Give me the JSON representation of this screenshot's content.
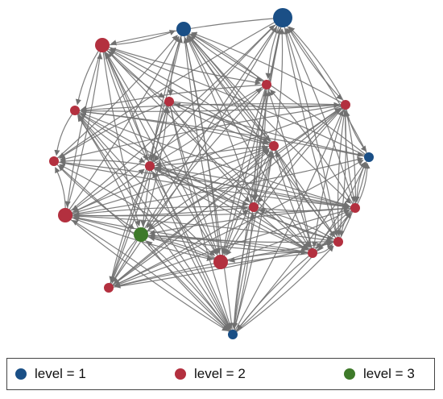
{
  "legend": {
    "items": [
      {
        "label": "level = 1",
        "color": "#1a4f86"
      },
      {
        "label": "level = 2",
        "color": "#b3303f"
      },
      {
        "label": "level = 3",
        "color": "#3e7a2a"
      }
    ]
  },
  "network": {
    "edge_color": "#707070",
    "nodes": [
      {
        "id": "n1",
        "level": 1,
        "size": "medium"
      },
      {
        "id": "n2",
        "level": 1,
        "size": "large"
      },
      {
        "id": "n3",
        "level": 2,
        "size": "medium"
      },
      {
        "id": "n4",
        "level": 2,
        "size": "small"
      },
      {
        "id": "n5",
        "level": 2,
        "size": "small"
      },
      {
        "id": "n6",
        "level": 2,
        "size": "small"
      },
      {
        "id": "n7",
        "level": 2,
        "size": "small"
      },
      {
        "id": "n8",
        "level": 2,
        "size": "small"
      },
      {
        "id": "n9",
        "level": 1,
        "size": "small"
      },
      {
        "id": "n10",
        "level": 2,
        "size": "small"
      },
      {
        "id": "n11",
        "level": 2,
        "size": "small"
      },
      {
        "id": "n12",
        "level": 2,
        "size": "small"
      },
      {
        "id": "n13",
        "level": 2,
        "size": "medium"
      },
      {
        "id": "n14",
        "level": 2,
        "size": "small"
      },
      {
        "id": "n15",
        "level": 2,
        "size": "small"
      },
      {
        "id": "n16",
        "level": 3,
        "size": "medium"
      },
      {
        "id": "n17",
        "level": 2,
        "size": "medium"
      },
      {
        "id": "n18",
        "level": 2,
        "size": "small"
      },
      {
        "id": "n19",
        "level": 2,
        "size": "small"
      },
      {
        "id": "n20",
        "level": 1,
        "size": "small"
      }
    ]
  }
}
